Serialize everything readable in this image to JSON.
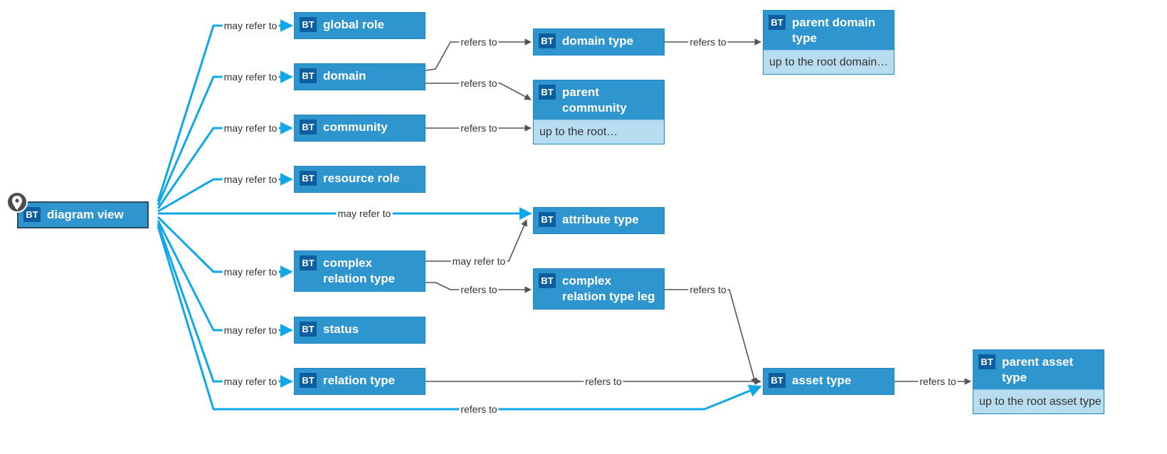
{
  "diagram": {
    "badge": "BT",
    "nodes": [
      {
        "id": "diagram_view",
        "label": "diagram view",
        "selected": true
      },
      {
        "id": "global_role",
        "label": "global role"
      },
      {
        "id": "domain",
        "label": "domain"
      },
      {
        "id": "community",
        "label": "community"
      },
      {
        "id": "resource_role",
        "label": "resource role"
      },
      {
        "id": "complex_relation_type",
        "label": "complex relation type"
      },
      {
        "id": "status",
        "label": "status"
      },
      {
        "id": "relation_type",
        "label": "relation type"
      },
      {
        "id": "domain_type",
        "label": "domain type"
      },
      {
        "id": "parent_community",
        "label": "parent community",
        "sublabel": "up to the root…"
      },
      {
        "id": "attribute_type",
        "label": "attribute type"
      },
      {
        "id": "complex_relation_type_leg",
        "label": "complex relation type leg"
      },
      {
        "id": "parent_domain_type",
        "label": "parent domain type",
        "sublabel": "up to the root domain…"
      },
      {
        "id": "asset_type",
        "label": "asset type"
      },
      {
        "id": "parent_asset_type",
        "label": "parent asset type",
        "sublabel": "up to the root asset type"
      }
    ],
    "edges": [
      {
        "from": "diagram_view",
        "to": "global_role",
        "label": "may refer to",
        "kind": "optional"
      },
      {
        "from": "diagram_view",
        "to": "domain",
        "label": "may refer to",
        "kind": "optional"
      },
      {
        "from": "diagram_view",
        "to": "community",
        "label": "may refer to",
        "kind": "optional"
      },
      {
        "from": "diagram_view",
        "to": "resource_role",
        "label": "may refer to",
        "kind": "optional"
      },
      {
        "from": "diagram_view",
        "to": "attribute_type",
        "label": "may refer to",
        "kind": "optional"
      },
      {
        "from": "diagram_view",
        "to": "complex_relation_type",
        "label": "may refer to",
        "kind": "optional"
      },
      {
        "from": "diagram_view",
        "to": "status",
        "label": "may refer to",
        "kind": "optional"
      },
      {
        "from": "diagram_view",
        "to": "relation_type",
        "label": "may refer to",
        "kind": "optional"
      },
      {
        "from": "diagram_view",
        "to": "asset_type",
        "label": "refers to",
        "kind": "optional"
      },
      {
        "from": "domain",
        "to": "domain_type",
        "label": "refers to",
        "kind": "required"
      },
      {
        "from": "domain",
        "to": "parent_community",
        "label": "refers to",
        "kind": "required"
      },
      {
        "from": "community",
        "to": "parent_community",
        "label": "refers to",
        "kind": "required"
      },
      {
        "from": "domain_type",
        "to": "parent_domain_type",
        "label": "refers to",
        "kind": "required"
      },
      {
        "from": "complex_relation_type",
        "to": "attribute_type",
        "label": "may refer to",
        "kind": "required"
      },
      {
        "from": "complex_relation_type",
        "to": "complex_relation_type_leg",
        "label": "refers to",
        "kind": "required"
      },
      {
        "from": "complex_relation_type_leg",
        "to": "asset_type",
        "label": "refers to",
        "kind": "required"
      },
      {
        "from": "relation_type",
        "to": "asset_type",
        "label": "refers to",
        "kind": "required"
      },
      {
        "from": "asset_type",
        "to": "parent_asset_type",
        "label": "refers to",
        "kind": "required"
      }
    ],
    "colors": {
      "node_fill": "#2f95cf",
      "badge_fill": "#0d5e9e",
      "sublabel_fill": "#b9ddf0",
      "optional_edge": "#0fa7ea",
      "required_edge": "#555555",
      "selected_border": "#2d4b62"
    },
    "focus_icon": "location-pin-icon"
  }
}
